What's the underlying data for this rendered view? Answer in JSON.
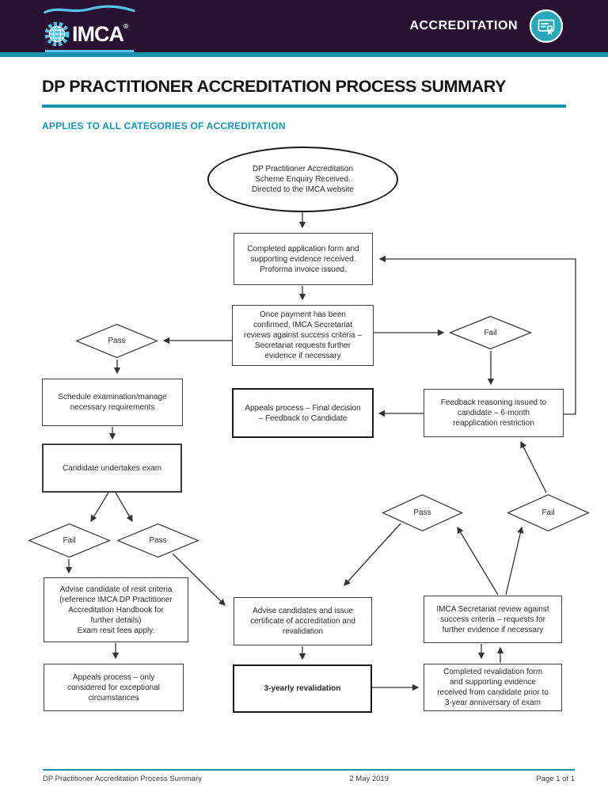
{
  "header": {
    "brand": "IMCA",
    "registered": "®",
    "section": "ACCREDITATION"
  },
  "page": {
    "title": "DP PRACTITIONER ACCREDITATION PROCESS SUMMARY",
    "subtitle": "APPLIES TO ALL CATEGORIES OF ACCREDITATION"
  },
  "flowchart": {
    "nodes": {
      "enquiry": "DP Practitioner Accreditation\nScheme Enquiry Received.\nDirected to the IMCA website",
      "application": "Completed application form and\nsupporting evidence received.\nProforma invoice issued.",
      "payment": "Once payment has been\nconfirmed, IMCA Secretariat\nreviews against success criteria –\nSecretariat requests further\nevidence if necessary",
      "pass1": "Pass",
      "fail1": "Fail",
      "schedule": "Schedule examination/manage\nnecessary requirements",
      "appeals_final": "Appeals process – Final decision\n– Feedback to Candidate",
      "feedback": "Feedback reasoning issued to\ncandidate – 6-month\nreapplication restriction",
      "exam": "Candidate undertakes exam",
      "fail2": "Fail",
      "pass2": "Pass",
      "pass3": "Pass",
      "fail3": "Fail",
      "resit": "Advise candidate of resit criteria\n(reference IMCA DP Practitioner\nAccreditation Handbook for\nfurther details)\nExam resit fees apply.",
      "appeals_exceptional": "Appeals process – only\nconsidered for exceptional\ncircumstances",
      "advise_cert": "Advise candidates and issue\ncertificate of accreditation and\nrevalidation",
      "revalidation": "3-yearly revalidation",
      "secretariat_review": "IMCA Secretariat review against\nsuccess criteria – requests for\nfurther evidence if necessary",
      "reval_form": "Completed revalidation form\nand supporting evidence\nreceived from candidate prior to\n3-year anniversary of exam"
    }
  },
  "footer": {
    "doc_title": "DP Practitioner Accreditation Process Summary",
    "date": "2 May 2019",
    "page": "Page 1 of 1"
  },
  "icons": {
    "logo": "imca-gear-globe-logo",
    "badge": "certificate-badge-icon"
  },
  "colors": {
    "header_bg": "#291231",
    "accent_teal": "#1793b0",
    "badge_teal": "#2aa7bd",
    "logo_blue": "#56c3e9",
    "line": "#333333"
  }
}
